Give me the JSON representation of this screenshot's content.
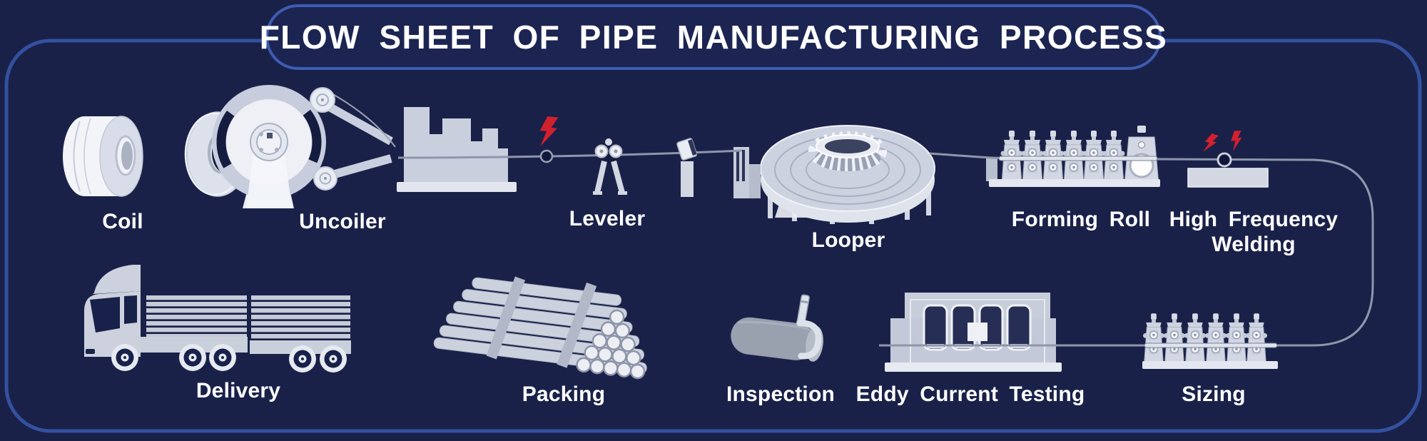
{
  "title": "FLOW SHEET OF PIPE MANUFACTURING PROCESS",
  "rows": {
    "top": [
      {
        "label": "Coil",
        "icon": "coil-icon"
      },
      {
        "label": "Uncoiler",
        "icon": "uncoiler-icon"
      },
      {
        "label": "Leveler",
        "icon": "leveler-icon"
      },
      {
        "label": "Looper",
        "icon": "looper-icon"
      },
      {
        "label": "Forming Roll",
        "icon": "forming-roll-icon"
      },
      {
        "label": "High Frequency Welding",
        "icon": "high-frequency-welding-icon"
      }
    ],
    "bottom": [
      {
        "label": "Sizing",
        "icon": "sizing-icon"
      },
      {
        "label": "Eddy Current Testing",
        "icon": "eddy-current-testing-icon"
      },
      {
        "label": "Inspection",
        "icon": "inspection-icon"
      },
      {
        "label": "Packing",
        "icon": "packing-icon"
      },
      {
        "label": "Delivery",
        "icon": "delivery-truck-icon"
      }
    ]
  },
  "colors": {
    "background": "#1a2149",
    "panel_border": "#33519f",
    "banner_border": "#3e5cb2",
    "machine_gray": "#ccd1dd",
    "machine_light": "#eef0f6",
    "dark_navy": "#141c40",
    "process_line": "#8f96aa",
    "spark_red": "#d2202d",
    "text": "#ffffff"
  }
}
